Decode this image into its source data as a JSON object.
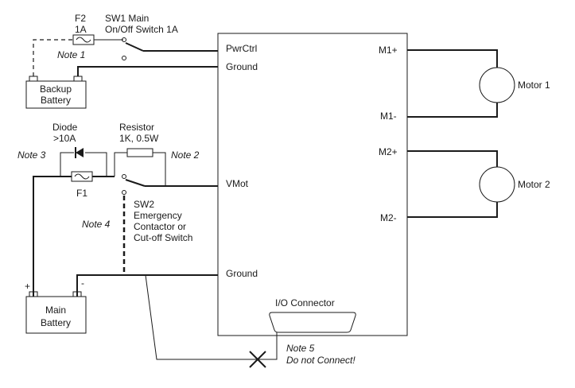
{
  "fuse_f2": {
    "name": "F2",
    "rating": "1A"
  },
  "sw1": {
    "line1": "SW1 Main",
    "line2": "On/Off Switch 1A"
  },
  "notes": {
    "note1": "Note 1",
    "note2": "Note 2",
    "note3": "Note 3",
    "note4": "Note 4",
    "note5_line1": "Note 5",
    "note5_line2": "Do not Connect!"
  },
  "backup_battery": {
    "line1": "Backup",
    "line2": "Battery"
  },
  "diode": {
    "line1": "Diode",
    "line2": ">10A"
  },
  "resistor": {
    "line1": "Resistor",
    "line2": "1K, 0.5W"
  },
  "fuse_f1": {
    "name": "F1"
  },
  "sw2": {
    "line1": "SW2",
    "line2": "Emergency",
    "line3": "Contactor or",
    "line4": "Cut-off Switch"
  },
  "main_battery": {
    "line1": "Main",
    "line2": "Battery",
    "plus": "+",
    "minus": "-"
  },
  "controller": {
    "pwrctrl": "PwrCtrl",
    "ground_top": "Ground",
    "vmot": "VMot",
    "ground_bottom": "Ground",
    "io_connector": "I/O Connector",
    "m1_plus": "M1+",
    "m1_minus": "M1-",
    "m2_plus": "M2+",
    "m2_minus": "M2-"
  },
  "motors": {
    "motor1": "Motor 1",
    "motor2": "Motor 2"
  }
}
